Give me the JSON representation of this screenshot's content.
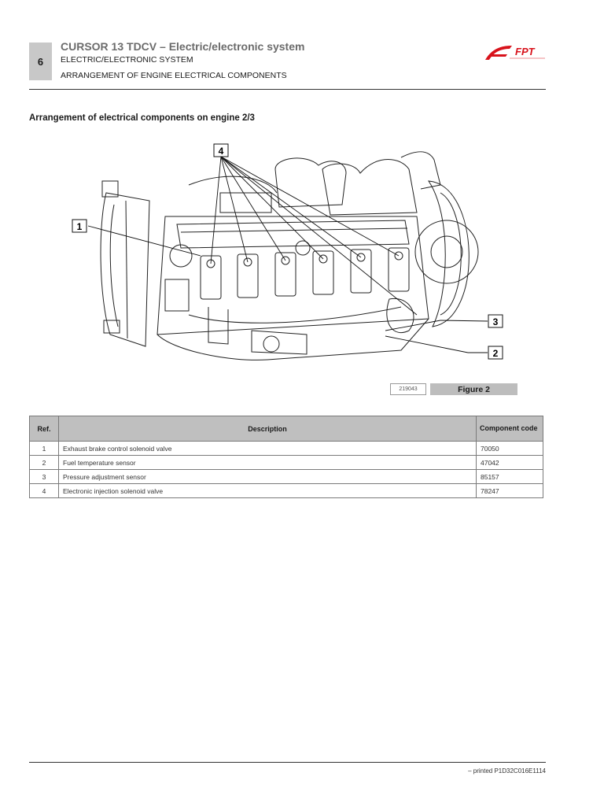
{
  "header": {
    "page_number": "6",
    "title": "CURSOR 13 TDCV – Electric/electronic system",
    "line1": "ELECTRIC/ELECTRONIC SYSTEM",
    "line2": "ARRANGEMENT OF ENGINE ELECTRICAL COMPONENTS",
    "logo_text": "FPT",
    "logo_color": "#d8121b"
  },
  "section_title": "Arrangement of electrical components on engine 2/3",
  "figure": {
    "callouts": [
      "4",
      "1",
      "3",
      "2"
    ],
    "code": "219043",
    "label": "Figure 2"
  },
  "table": {
    "headers": {
      "ref": "Ref.",
      "description": "Description",
      "code": "Component code"
    },
    "rows": [
      {
        "ref": "1",
        "description": "Exhaust brake control solenoid valve",
        "code": "70050"
      },
      {
        "ref": "2",
        "description": "Fuel temperature sensor",
        "code": "47042"
      },
      {
        "ref": "3",
        "description": "Pressure adjustment sensor",
        "code": "85157"
      },
      {
        "ref": "4",
        "description": "Electronic injection solenoid valve",
        "code": "78247"
      }
    ]
  },
  "footer": {
    "text": "– printed P1D32C016E1114"
  }
}
